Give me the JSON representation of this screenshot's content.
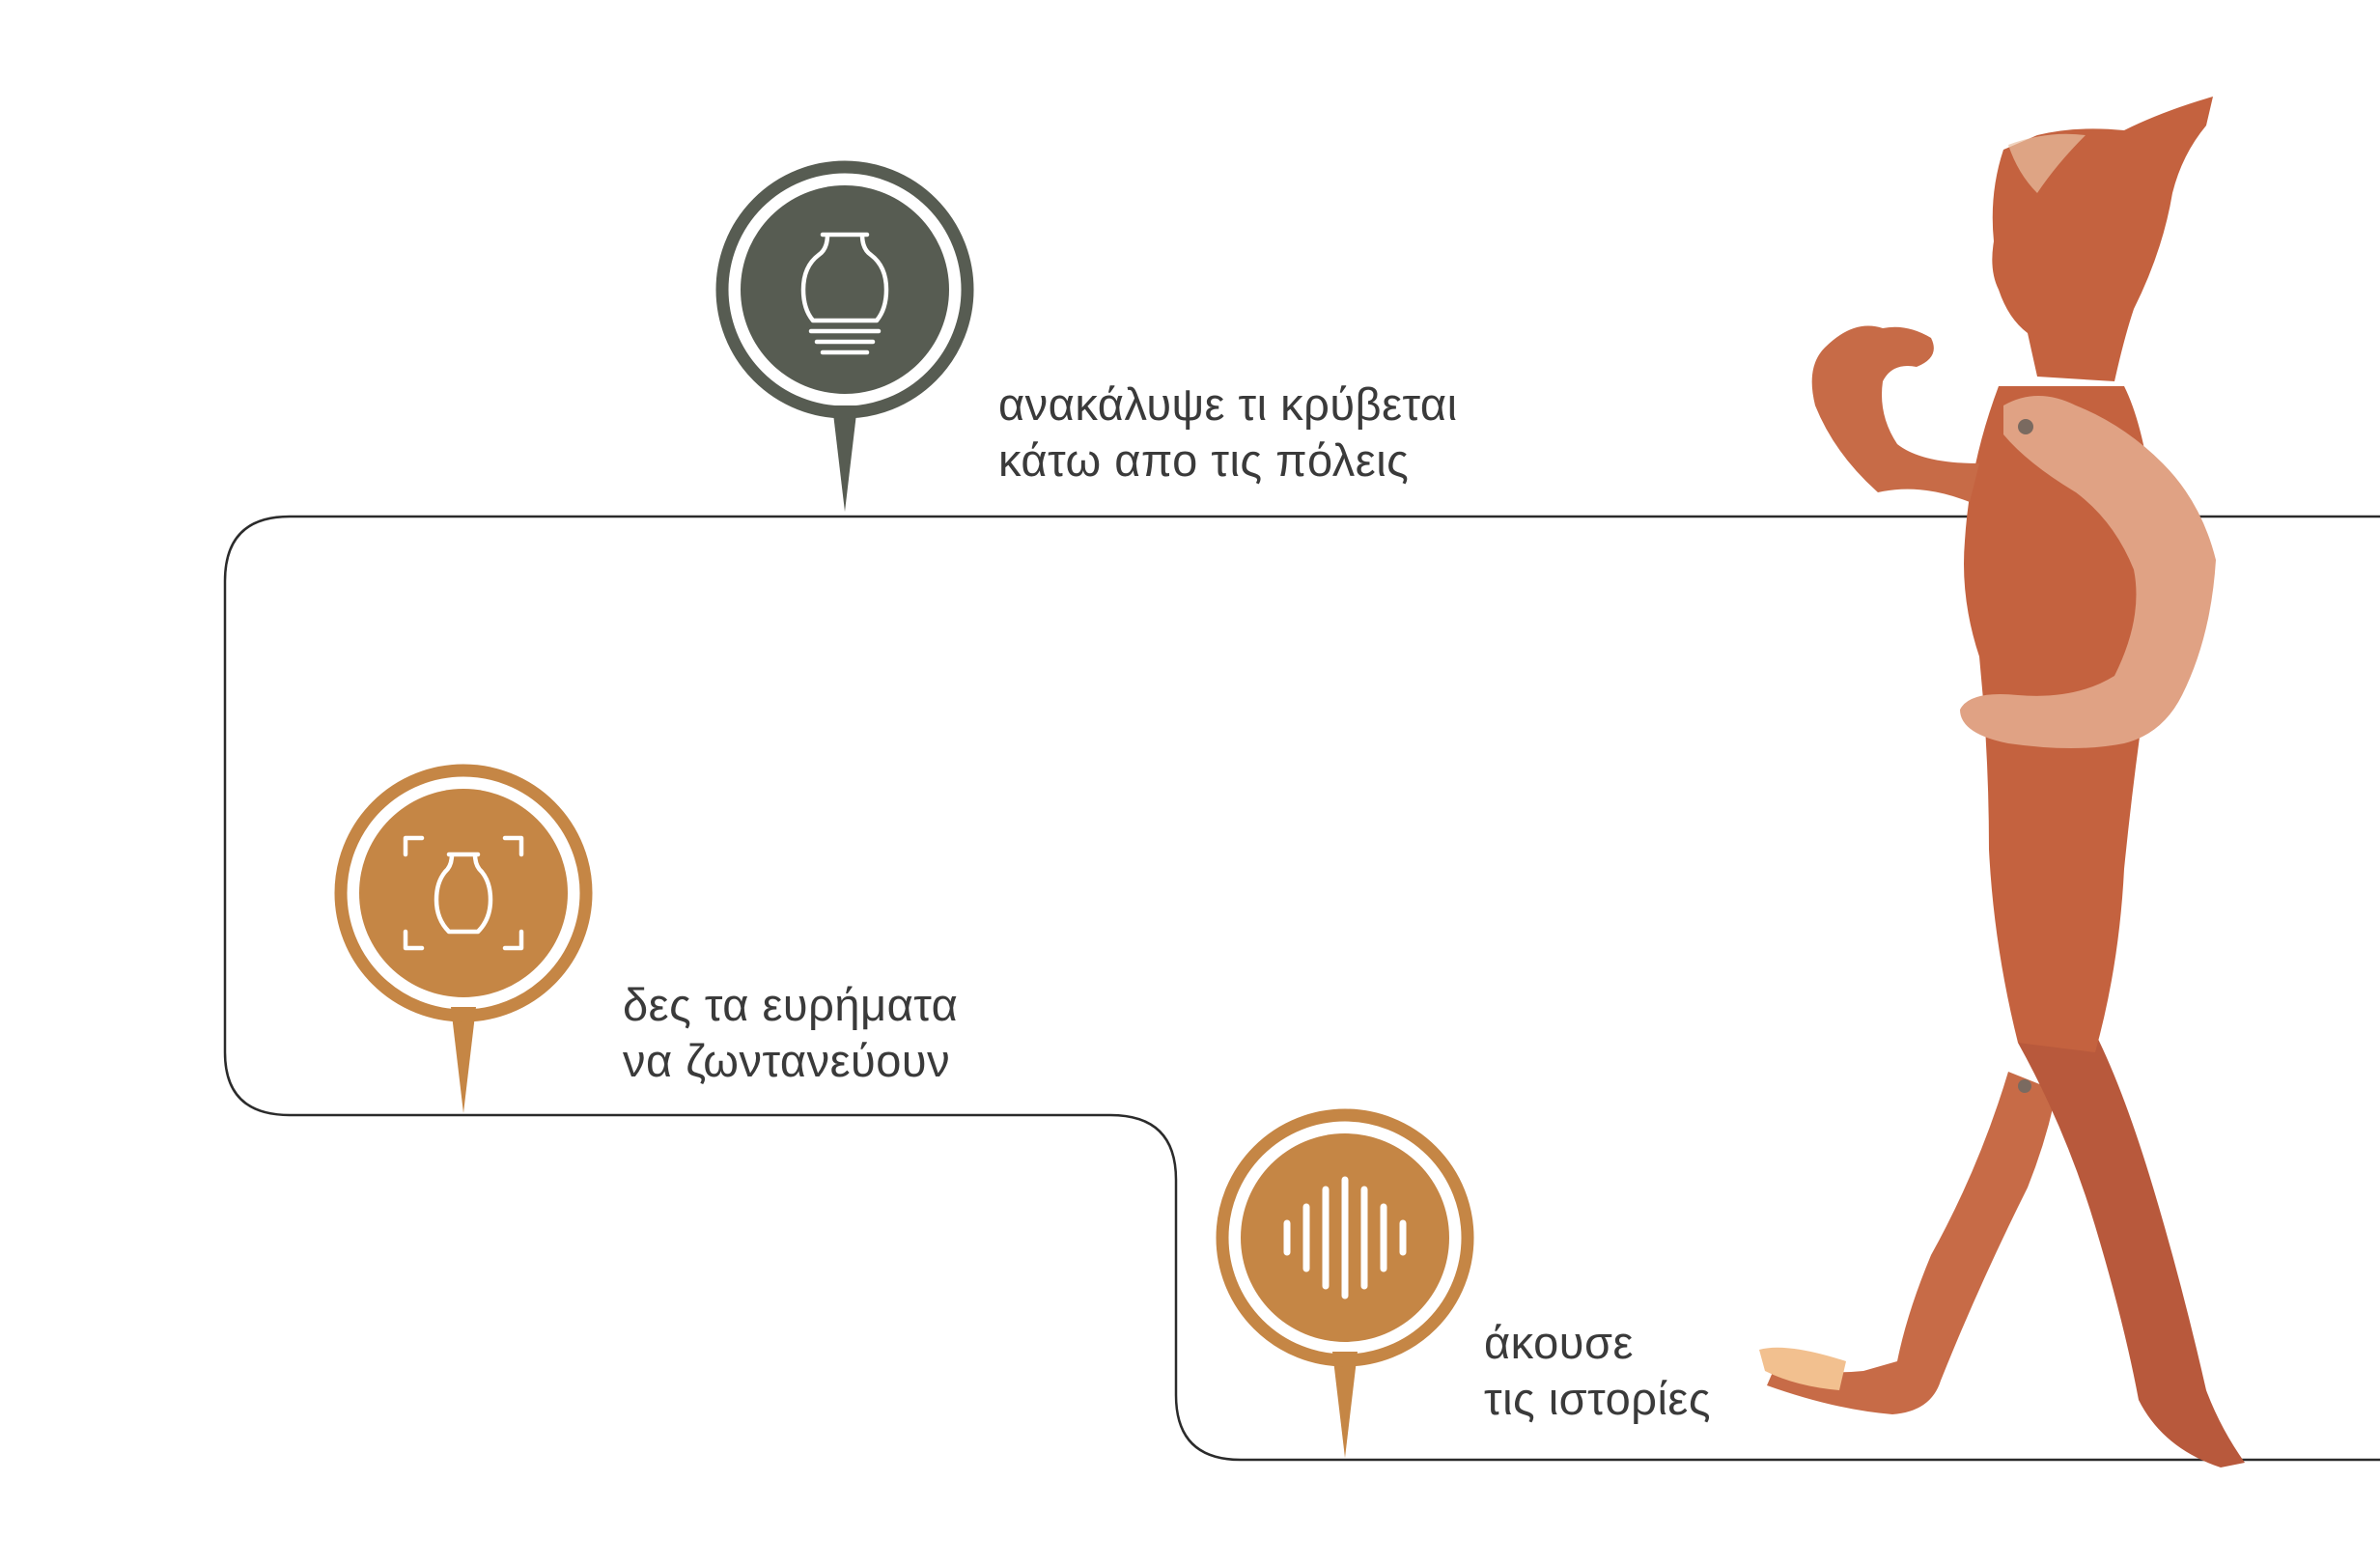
{
  "steps": [
    {
      "id": "discover",
      "icon": "amphora-on-layers-icon",
      "color": "#575c52",
      "line1": "ανακάλυψε τι κρύβεται",
      "line2": "κάτω απο  τις πόλεις"
    },
    {
      "id": "see",
      "icon": "amphora-in-frame-icon",
      "color": "#c58645",
      "line1": "δες τα ευρήματα",
      "line2": "να ζωντανεύουν"
    },
    {
      "id": "listen",
      "icon": "sound-wave-icon",
      "color": "#c58645",
      "line1": "άκουσε",
      "line2": "τις ιστορίες"
    }
  ],
  "colors": {
    "path_line": "#2b2b2b",
    "text": "#3a3a3a",
    "terracotta": "#c8684a",
    "terracotta_light": "#e2a488"
  },
  "figure": "terracotta-figurine-image"
}
